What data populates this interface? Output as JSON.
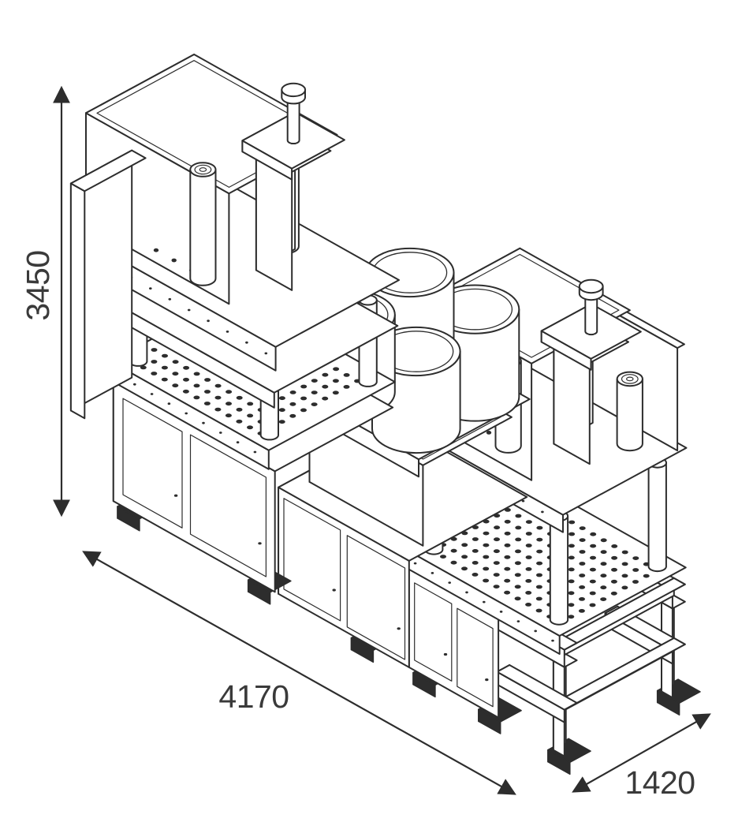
{
  "drawing": {
    "description": "Black-and-white isometric technical line drawing of a two-station industrial press / forming machine with top pneumatic cylinders, four round pots, perforated platens, cabinet doors and an open end frame",
    "dimensions": {
      "height": {
        "value": "3450"
      },
      "length": {
        "value": "4170"
      },
      "depth": {
        "value": "1420"
      }
    },
    "colors": {
      "line": "#2d2d2d",
      "text": "#3a3a3a",
      "background": "#ffffff"
    }
  }
}
